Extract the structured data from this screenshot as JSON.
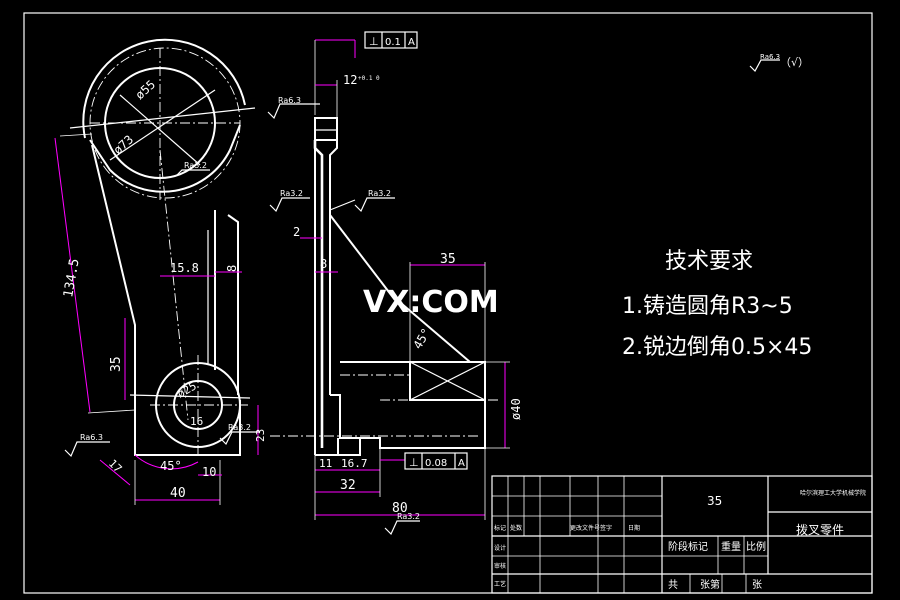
{
  "watermark": "VX:COM",
  "tech_requirements": {
    "title": "技术要求",
    "item1": "1.铸造圆角R3~5",
    "item2": "2.锐边倒角0.5×45"
  },
  "roughness_note": {
    "symbol": "Ra6.3",
    "text": "（√）"
  },
  "tolerances": {
    "top": {
      "symbol": "⊥",
      "value": "0.1",
      "datum": "A"
    },
    "bottom": {
      "symbol": "⊥",
      "value": "0.08",
      "datum": "A"
    }
  },
  "dimensions": {
    "d1": "12",
    "d1_tol": "+0.1 0",
    "d2": "2",
    "d3": "8",
    "d4": "35",
    "d5": "45°",
    "d6": "ø40",
    "d7": "11",
    "d8": "16.7",
    "d9": "32",
    "d10": "80",
    "d11": "15.8",
    "d12": "8",
    "d13": "134.5",
    "d14": "35",
    "d15": "17",
    "d16": "45°",
    "d17": "10",
    "d18": "40",
    "d19": "23",
    "d20": "ø55",
    "d21": "ø73",
    "d22": "ø25",
    "d23": "16"
  },
  "roughness_marks": {
    "r1": "Ra6.3",
    "r2": "Ra3.2",
    "r3": "Ra3.2",
    "r4": "Ra3.2",
    "r5": "Ra6.3",
    "r6": "Ra3.2",
    "r7": "Ra3.2"
  },
  "title_block": {
    "material": "35",
    "school": "哈尔滨理工大学机械学院",
    "part_name": "拨叉零件",
    "col_stage": "阶段标记",
    "col_weight": "重量",
    "col_scale": "比例",
    "total": "共",
    "sheets": "张第",
    "sheet": "张",
    "row_mark": "标记",
    "row_count": "处数",
    "row_doc": "更改文件号",
    "row_sign": "签字",
    "row_date": "日期",
    "row_design": "设计",
    "row_review": "审核",
    "row_process": "工艺"
  }
}
